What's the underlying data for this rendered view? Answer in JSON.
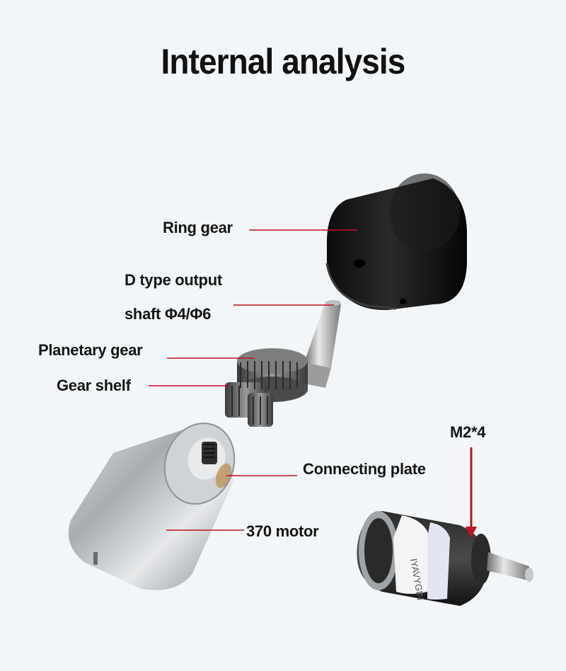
{
  "title": "Internal analysis",
  "labels": {
    "ring_gear": "Ring gear",
    "output_shaft_line1": "D type output",
    "output_shaft_line2": "shaft Φ4/Φ6",
    "planetary_gear": "Planetary gear",
    "gear_shelf": "Gear shelf",
    "connecting_plate": "Connecting plate",
    "motor_370": "370 motor",
    "m2x4": "M2*4"
  },
  "colors": {
    "leader_line": "#c0121f",
    "label_text": "#151515",
    "background": "#f2f6f8"
  }
}
